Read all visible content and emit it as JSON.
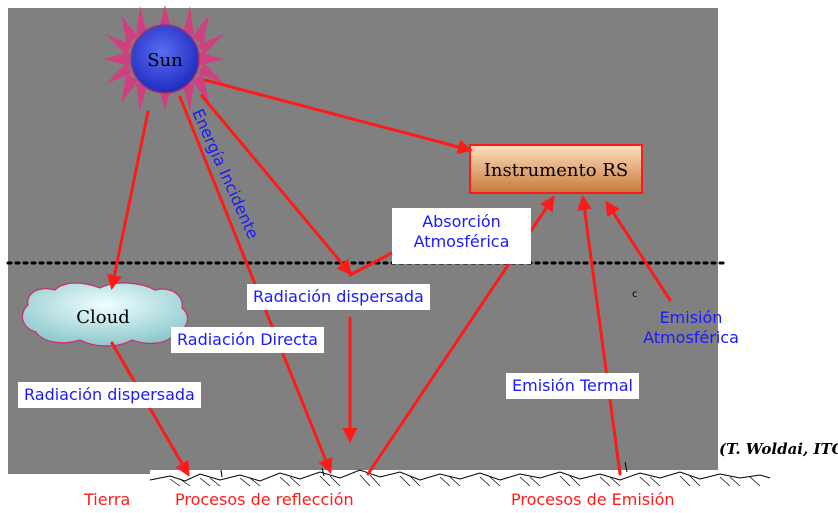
{
  "sun": {
    "label": "Sun"
  },
  "instrument": {
    "label": "Instrumento RS"
  },
  "cloud": {
    "label": "Cloud"
  },
  "labels": {
    "energia_incidente": "Energía Incidente",
    "absorcion_line1": "Absorción",
    "absorcion_line2": "Atmosférica",
    "radiacion_dispersada_upper": "Radiación dispersada",
    "radiacion_directa": "Radiación Directa",
    "radiacion_dispersada_lower": "Radiación dispersada",
    "emision_atmosferica_line1": "Emisión",
    "emision_atmosferica_line2": "Atmosférica",
    "emision_termal": "Emisión Termal",
    "small_c": "c"
  },
  "ground": {
    "tierra": "Tierra",
    "procesos_reflexion": "Procesos de reflección",
    "procesos_emision": "Procesos de Emisión"
  },
  "credit": "(T. Woldai, ITC)",
  "colors": {
    "background_panel": "#808080",
    "arrows": "#ff1a1a",
    "label_text": "#1a1aff",
    "ground_text": "#ff1a1a",
    "sun_core": "#2a3ad8",
    "sun_rays": "#d04080",
    "instrument_gradient_top": "#fde0c0",
    "instrument_gradient_bottom": "#c8783a",
    "cloud_fill": "#bfe6e8"
  }
}
